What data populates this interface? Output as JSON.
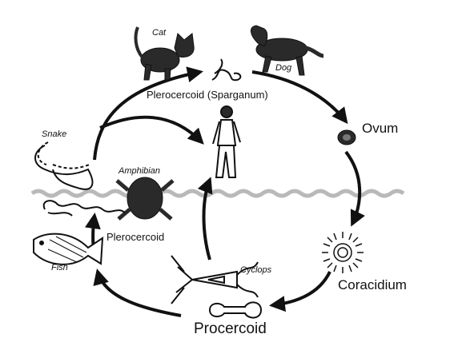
{
  "diagram": {
    "labels": {
      "cat": "Cat",
      "dog": "Dog",
      "plerocercoid_sparganum": "Plerocercoid (Sparganum)",
      "ovum": "Ovum",
      "snake": "Snake",
      "amphibian": "Amphibian",
      "plerocercoid": "Plerocercoid",
      "fish": "Fish",
      "cyclops": "Cyclops",
      "coracidium": "Coracidium",
      "procercoid": "Procercoid"
    },
    "colors": {
      "ink": "#111111",
      "water": "#b9b9b9",
      "animal_fill": "#2a2a2a",
      "background": "#ffffff"
    }
  }
}
